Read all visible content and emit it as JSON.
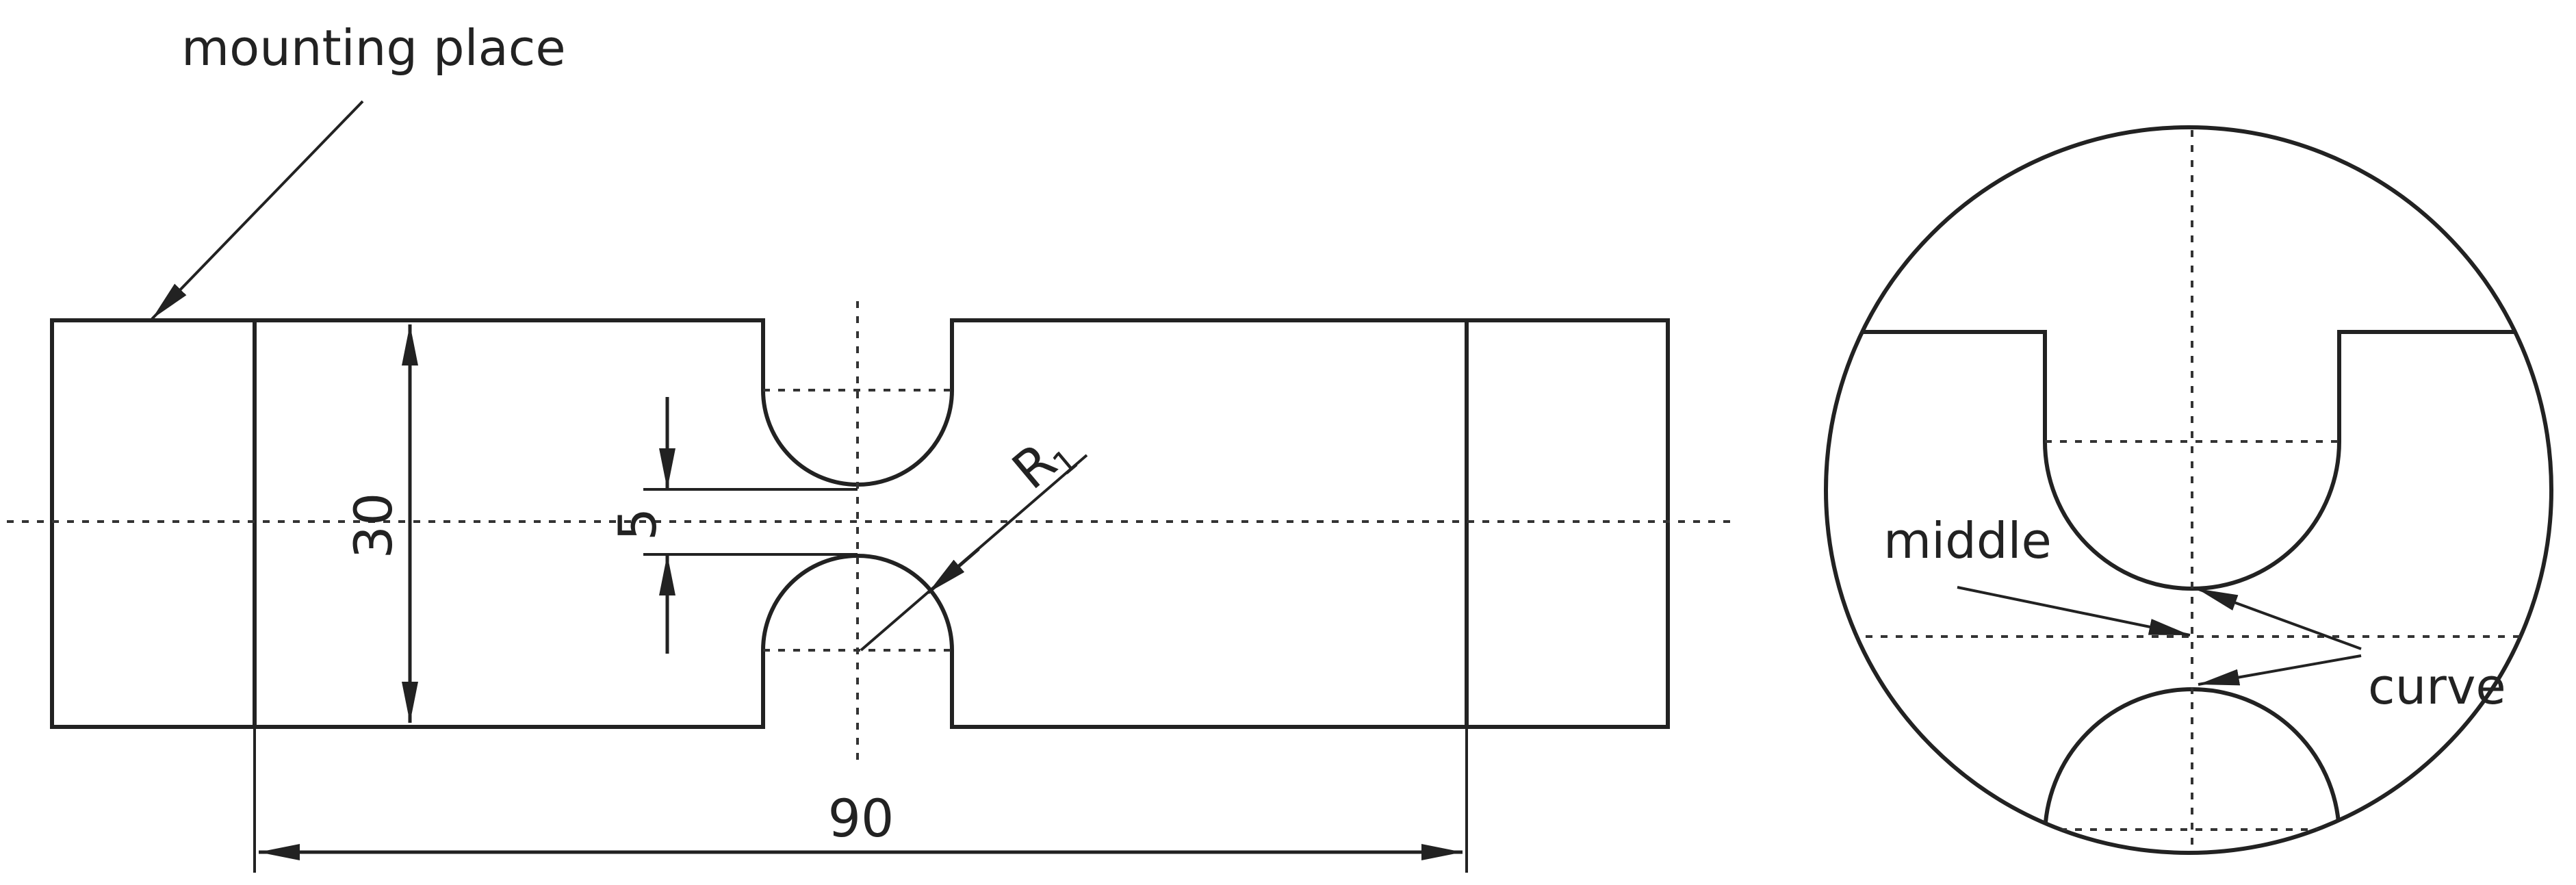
{
  "labels": {
    "mounting_place": "mounting place",
    "middle": "middle",
    "curve": "curve"
  },
  "dimensions": {
    "width": "90",
    "height": "30",
    "gap": "5",
    "radius_symbol": "R",
    "radius_subscript": "1"
  },
  "colors": {
    "ink": "#222222",
    "background": "#ffffff"
  }
}
